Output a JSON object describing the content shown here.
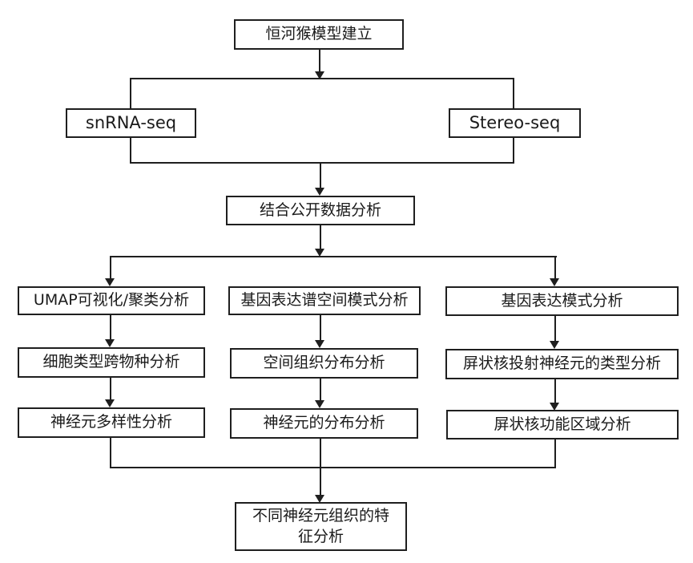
{
  "diagram": {
    "type": "flowchart",
    "language": "zh-CN",
    "colors": {
      "line": "#1f1f1f",
      "box_border": "#1f1f1f",
      "box_background": "#ffffff",
      "text": "#1a1a1a",
      "page_background": "#ffffff"
    },
    "nodes": {
      "model": {
        "label": "恒河猴模型建立"
      },
      "snrna": {
        "label": "snRNA-seq"
      },
      "stereo": {
        "label": "Stereo-seq"
      },
      "combine": {
        "label": "结合公开数据分析"
      },
      "umap": {
        "label": "UMAP可视化/聚类分析"
      },
      "gene_spatial": {
        "label": "基因表达谱空间模式分析"
      },
      "gene_pattern": {
        "label": "基因表达模式分析"
      },
      "cross_species": {
        "label": "细胞类型跨物种分析"
      },
      "spatial_dist": {
        "label": "空间组织分布分析"
      },
      "claustrum_type": {
        "label": "屏状核投射神经元的类型分析"
      },
      "neuron_diversity": {
        "label": "神经元多样性分析"
      },
      "neuron_dist": {
        "label": "神经元的分布分析"
      },
      "claustrum_region": {
        "label": "屏状核功能区域分析"
      },
      "final": {
        "label": "不同神经元组织的特征分析"
      }
    },
    "edges": [
      {
        "from": "model",
        "to": "snrna"
      },
      {
        "from": "model",
        "to": "stereo"
      },
      {
        "from": "snrna",
        "to": "combine"
      },
      {
        "from": "stereo",
        "to": "combine"
      },
      {
        "from": "combine",
        "to": "umap"
      },
      {
        "from": "combine",
        "to": "gene_spatial"
      },
      {
        "from": "combine",
        "to": "gene_pattern"
      },
      {
        "from": "umap",
        "to": "cross_species"
      },
      {
        "from": "cross_species",
        "to": "neuron_diversity"
      },
      {
        "from": "gene_spatial",
        "to": "spatial_dist"
      },
      {
        "from": "spatial_dist",
        "to": "neuron_dist"
      },
      {
        "from": "gene_pattern",
        "to": "claustrum_type"
      },
      {
        "from": "claustrum_type",
        "to": "claustrum_region"
      },
      {
        "from": "neuron_diversity",
        "to": "final"
      },
      {
        "from": "neuron_dist",
        "to": "final"
      },
      {
        "from": "claustrum_region",
        "to": "final"
      }
    ]
  }
}
